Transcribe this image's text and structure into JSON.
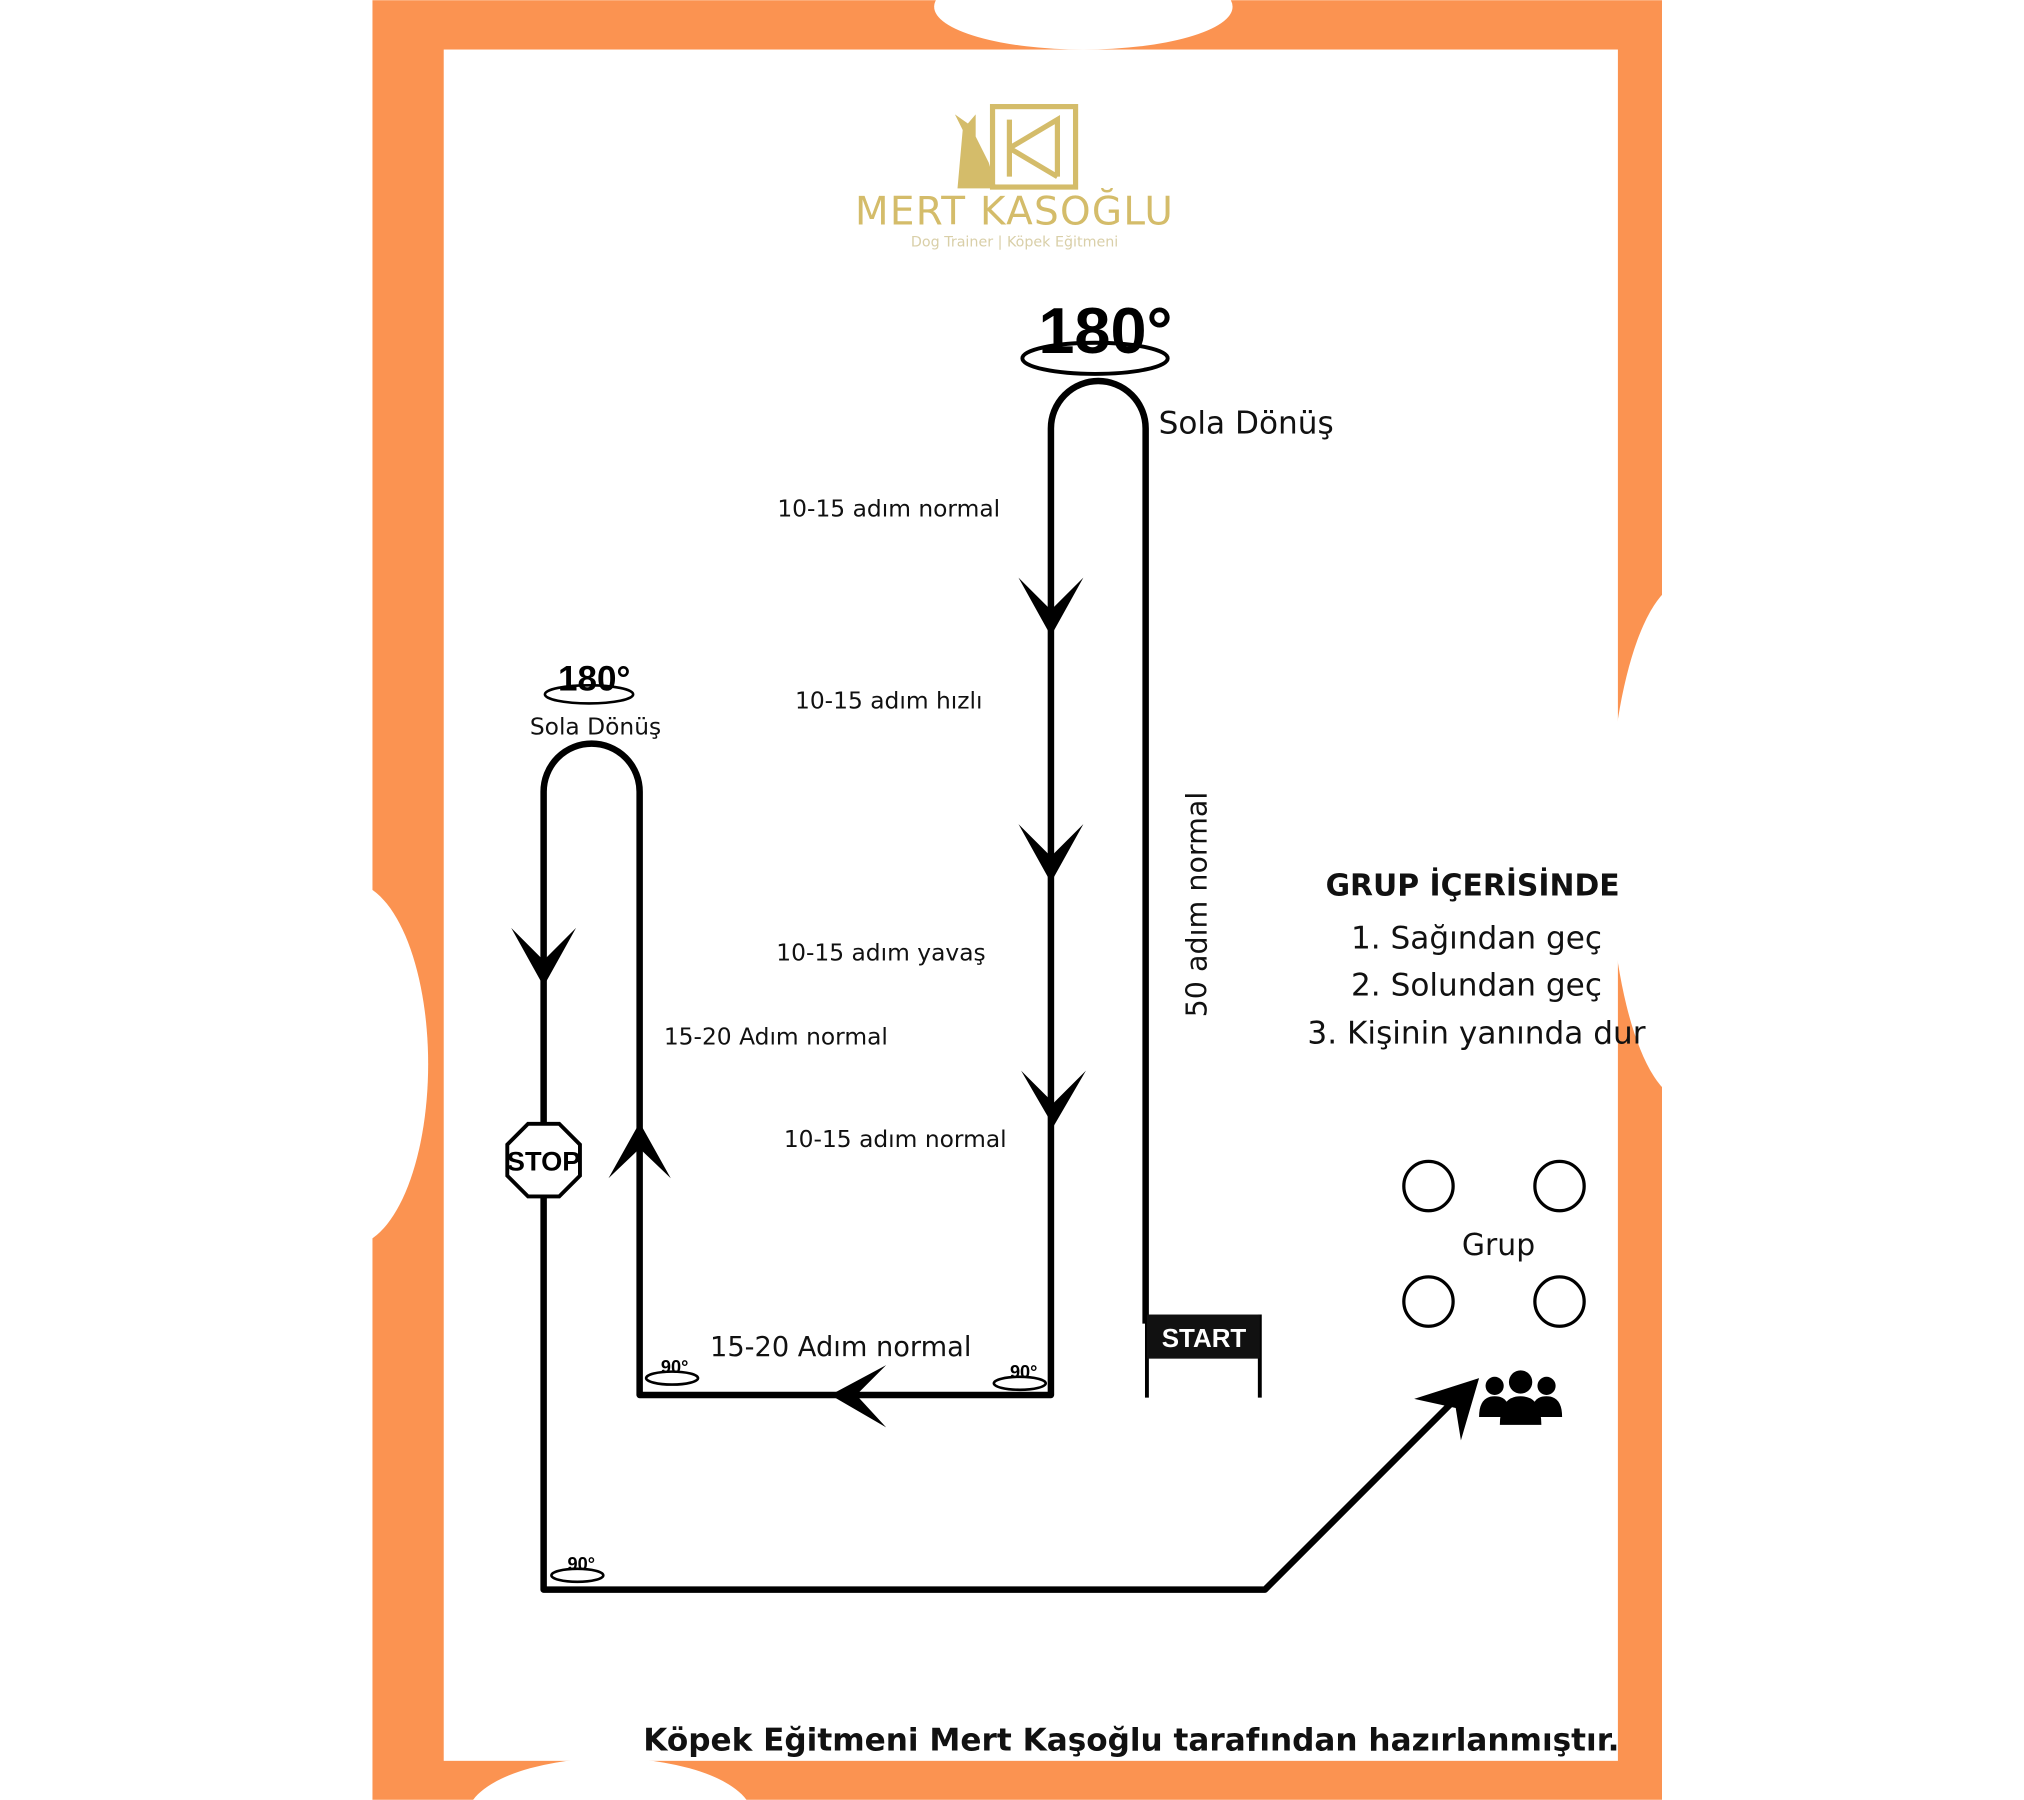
{
  "colors": {
    "frame": "#FB9351",
    "gold": "#D4BC6A",
    "ink": "#000000"
  },
  "logo": {
    "name": "MERT KASOĞLU",
    "tagline": "Dog Trainer | Köpek Eğitmeni",
    "monogram": "K"
  },
  "turns": {
    "top_degree": "180°",
    "top_label": "Sola Dönüş",
    "left_degree": "180°",
    "left_label": "Sola Dönüş",
    "corner1": "90°",
    "corner2": "90°",
    "corner3": "90°"
  },
  "segments": {
    "s1": "10-15 adım normal",
    "s2": "10-15 adım hızlı",
    "s3": "10-15 adım yavaş",
    "s4": "15-20 Adım normal",
    "s5": "10-15 adım normal",
    "bottom": "15-20 Adım normal",
    "start_leg": "50 adım normal"
  },
  "signs": {
    "start": "START",
    "stop": "STOP"
  },
  "group": {
    "heading": "GRUP İÇERİSİNDE",
    "items": [
      "1. Sağından geç",
      "2. Solundan geç",
      "3. Kişinin yanında dur"
    ],
    "label": "Grup",
    "icon": "people-icon"
  },
  "footer": "Köpek Eğitmeni Mert Kaşoğlu tarafından hazırlanmıştır."
}
